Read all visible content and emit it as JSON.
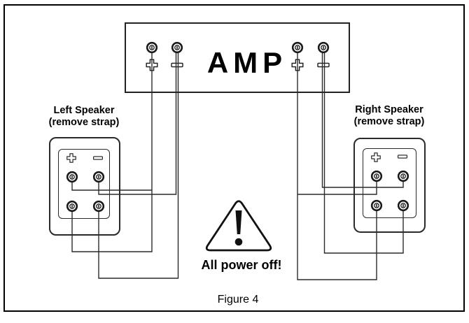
{
  "colors": {
    "background": "#ffffff",
    "line": "#2a2a2a",
    "text": "#000000"
  },
  "amp": {
    "label": "AMP",
    "terminals": [
      {
        "channel": "left",
        "polarity": "+",
        "icon": "binding-post-icon"
      },
      {
        "channel": "left",
        "polarity": "-",
        "icon": "binding-post-icon"
      },
      {
        "channel": "right",
        "polarity": "+",
        "icon": "binding-post-icon"
      },
      {
        "channel": "right",
        "polarity": "-",
        "icon": "binding-post-icon"
      }
    ]
  },
  "left_speaker": {
    "title": "Left Speaker",
    "subtitle": "(remove strap)",
    "terminal_labels": {
      "positive": "+",
      "negative": "−"
    },
    "terminal_count": 4
  },
  "right_speaker": {
    "title": "Right Speaker",
    "subtitle": "(remove strap)",
    "terminal_labels": {
      "positive": "+",
      "negative": "−"
    },
    "terminal_count": 4
  },
  "warning": {
    "text": "All power off!",
    "icon": "warning-triangle-exclamation-icon"
  },
  "caption": "Figure 4"
}
